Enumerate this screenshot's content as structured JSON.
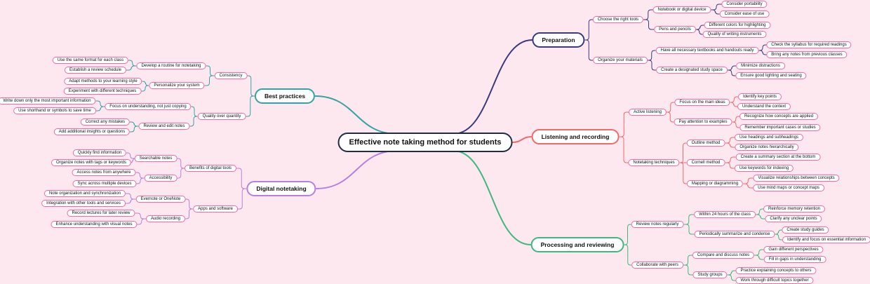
{
  "root": {
    "id": "root",
    "label": "Effective note taking method for students"
  },
  "colors": {
    "Preparation": "#3a3a7e",
    "Listening and recording": "#ef6b6b",
    "Processing and reviewing": "#3fb77f",
    "Best practices": "#33a3a3",
    "Digital notetaking": "#b77fe0",
    "pink_border": "#f06aa6"
  },
  "branches": [
    {
      "id": "b1",
      "label": "Preparation",
      "side": "right",
      "children": [
        {
          "id": "b1a",
          "label": "Choose the right tools",
          "children": [
            {
              "id": "b1a1",
              "label": "Notebook or digital device",
              "children": [
                {
                  "id": "b1a1a",
                  "label": "Consider portability"
                },
                {
                  "id": "b1a1b",
                  "label": "Consider ease of use"
                }
              ]
            },
            {
              "id": "b1a2",
              "label": "Pens and pencils",
              "children": [
                {
                  "id": "b1a2a",
                  "label": "Different colors for highlighting"
                },
                {
                  "id": "b1a2b",
                  "label": "Quality of writing instruments"
                }
              ]
            }
          ]
        },
        {
          "id": "b1b",
          "label": "Organize your materials",
          "children": [
            {
              "id": "b1b1",
              "label": "Have all necessary textbooks and handouts ready",
              "children": [
                {
                  "id": "b1b1a",
                  "label": "Check the syllabus for required readings"
                },
                {
                  "id": "b1b1b",
                  "label": "Bring any notes from previous classes"
                }
              ]
            },
            {
              "id": "b1b2",
              "label": "Create a designated study space",
              "children": [
                {
                  "id": "b1b2a",
                  "label": "Minimize distractions"
                },
                {
                  "id": "b1b2b",
                  "label": "Ensure good lighting and seating"
                }
              ]
            }
          ]
        }
      ]
    },
    {
      "id": "b2",
      "label": "Listening and recording",
      "side": "right",
      "children": [
        {
          "id": "b2a",
          "label": "Active listening",
          "children": [
            {
              "id": "b2a1",
              "label": "Focus on the main ideas",
              "children": [
                {
                  "id": "b2a1a",
                  "label": "Identify key points"
                },
                {
                  "id": "b2a1b",
                  "label": "Understand the context"
                }
              ]
            },
            {
              "id": "b2a2",
              "label": "Pay attention to examples",
              "children": [
                {
                  "id": "b2a2a",
                  "label": "Recognize how concepts are applied"
                },
                {
                  "id": "b2a2b",
                  "label": "Remember important cases or studies"
                }
              ]
            }
          ]
        },
        {
          "id": "b2b",
          "label": "Notetaking techniques",
          "children": [
            {
              "id": "b2b1",
              "label": "Outline method",
              "children": [
                {
                  "id": "b2b1a",
                  "label": "Use headings and subheadings"
                },
                {
                  "id": "b2b1b",
                  "label": "Organize notes hierarchically"
                }
              ]
            },
            {
              "id": "b2b2",
              "label": "Cornell method",
              "children": [
                {
                  "id": "b2b2a",
                  "label": "Create a summary section at the bottom"
                },
                {
                  "id": "b2b2b",
                  "label": "Use keywords for indexing"
                }
              ]
            },
            {
              "id": "b2b3",
              "label": "Mapping or diagramming",
              "children": [
                {
                  "id": "b2b3a",
                  "label": "Visualize relationships between concepts"
                },
                {
                  "id": "b2b3b",
                  "label": "Use mind maps or concept maps"
                }
              ]
            }
          ]
        }
      ]
    },
    {
      "id": "b3",
      "label": "Processing and reviewing",
      "side": "right",
      "children": [
        {
          "id": "b3a",
          "label": "Review notes regularly",
          "children": [
            {
              "id": "b3a1",
              "label": "Within 24 hours of the class",
              "children": [
                {
                  "id": "b3a1a",
                  "label": "Reinforce memory retention"
                },
                {
                  "id": "b3a1b",
                  "label": "Clarify any unclear points"
                }
              ]
            },
            {
              "id": "b3a2",
              "label": "Periodically summarize and condense",
              "children": [
                {
                  "id": "b3a2a",
                  "label": "Create study guides"
                },
                {
                  "id": "b3a2b",
                  "label": "Identify and focus on essential information"
                }
              ]
            }
          ]
        },
        {
          "id": "b3b",
          "label": "Collaborate with peers",
          "children": [
            {
              "id": "b3b1",
              "label": "Compare and discuss notes",
              "children": [
                {
                  "id": "b3b1a",
                  "label": "Gain different perspectives"
                },
                {
                  "id": "b3b1b",
                  "label": "Fill in gaps in understanding"
                }
              ]
            },
            {
              "id": "b3b2",
              "label": "Study groups",
              "children": [
                {
                  "id": "b3b2a",
                  "label": "Practice explaining concepts to others"
                },
                {
                  "id": "b3b2b",
                  "label": "Work through difficult topics together"
                }
              ]
            }
          ]
        }
      ]
    },
    {
      "id": "b4",
      "label": "Best practices",
      "side": "left",
      "children": [
        {
          "id": "b4a",
          "label": "Consistency",
          "children": [
            {
              "id": "b4a1",
              "label": "Develop a routine for notetaking",
              "children": [
                {
                  "id": "b4a1a",
                  "label": "Use the same format for each class"
                },
                {
                  "id": "b4a1b",
                  "label": "Establish a review schedule"
                }
              ]
            },
            {
              "id": "b4a2",
              "label": "Personalize your system",
              "children": [
                {
                  "id": "b4a2a",
                  "label": "Adapt methods to your learning style"
                },
                {
                  "id": "b4a2b",
                  "label": "Experiment with different techniques"
                }
              ]
            }
          ]
        },
        {
          "id": "b4b",
          "label": "Quality over quantity",
          "children": [
            {
              "id": "b4b1",
              "label": "Focus on understanding, not just copying",
              "children": [
                {
                  "id": "b4b1a",
                  "label": "Write down only the most important information"
                },
                {
                  "id": "b4b1b",
                  "label": "Use shorthand or symbols to save time"
                }
              ]
            },
            {
              "id": "b4b2",
              "label": "Review and edit notes",
              "children": [
                {
                  "id": "b4b2a",
                  "label": "Correct any mistakes"
                },
                {
                  "id": "b4b2b",
                  "label": "Add additional insights or questions"
                }
              ]
            }
          ]
        }
      ]
    },
    {
      "id": "b5",
      "label": "Digital notetaking",
      "side": "left",
      "children": [
        {
          "id": "b5a",
          "label": "Benefits of digital tools",
          "children": [
            {
              "id": "b5a1",
              "label": "Searchable notes",
              "children": [
                {
                  "id": "b5a1a",
                  "label": "Quickly find information"
                },
                {
                  "id": "b5a1b",
                  "label": "Organize notes with tags or keywords"
                }
              ]
            },
            {
              "id": "b5a2",
              "label": "Accessibility",
              "children": [
                {
                  "id": "b5a2a",
                  "label": "Access notes from anywhere"
                },
                {
                  "id": "b5a2b",
                  "label": "Sync across multiple devices"
                }
              ]
            }
          ]
        },
        {
          "id": "b5b",
          "label": "Apps and software",
          "children": [
            {
              "id": "b5b1",
              "label": "Evernote or OneNote",
              "children": [
                {
                  "id": "b5b1a",
                  "label": "Note organization and synchronization"
                },
                {
                  "id": "b5b1b",
                  "label": "Integration with other tools and services"
                }
              ]
            },
            {
              "id": "b5b2",
              "label": "Audio recording",
              "children": [
                {
                  "id": "b5b2a",
                  "label": "Record lectures for later review"
                },
                {
                  "id": "b5b2b",
                  "label": "Enhance understanding with visual notes"
                }
              ]
            }
          ]
        }
      ]
    }
  ]
}
